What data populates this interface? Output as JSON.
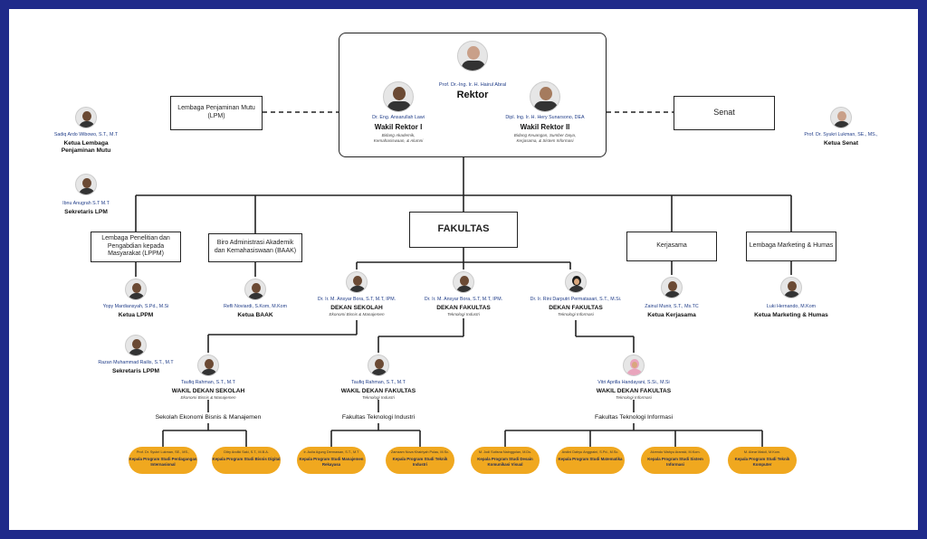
{
  "rector": {
    "name": "Prof. Dr.-Ing. Ir. H. Hairul Abral",
    "title": "Rektor"
  },
  "wr1": {
    "name": "Dr. Eng. Ansarullah Lawi",
    "title": "Wakil Rektor I",
    "sub1": "Bidang Akademik,",
    "sub2": "Kemahasiswaan, & Alumni"
  },
  "wr2": {
    "name": "Dipl. Ing. Ir. H. Hery Sunarsono, DEA",
    "title": "Wakil Rektor II",
    "sub1": "Bidang Keuangan, Sumber Daya,",
    "sub2": "Kerjasama, & Sistem Informasi"
  },
  "lpm": {
    "box": "Lembaga Penjaminan Mutu (LPM)",
    "head_name": "Sadiq Ardo Wibowo, S.T., M.T",
    "head_title1": "Ketua Lembaga",
    "head_title2": "Penjaminan Mutu",
    "sec_name": "Ibnu Anugrah S.T M.T",
    "sec_title": "Sekretaris LPM"
  },
  "senat": {
    "box": "Senat",
    "name": "Prof. Dr. Syukri Lukman, SE., MS.,",
    "title": "Ketua Senat"
  },
  "fakultas": {
    "box": "FAKULTAS"
  },
  "lppm": {
    "box": "Lembaga Penelitian dan Pengabdian kepada Masyarakat (LPPM)",
    "head_name": "Yopy Mardiansyah, S.Pd., M.Si",
    "head_title": "Ketua LPPM",
    "sec_name": "Razan Muhammad Railis, S.T., M.T",
    "sec_title": "Sekretaris LPPM"
  },
  "baak": {
    "box": "Biro Administrasi Akademik dan Kemahasiswaan (BAAK)",
    "name": "Refli Noviardi, S.Kom, M.Kom",
    "title": "Ketua BAAK"
  },
  "kerjasama": {
    "box": "Kerjasama",
    "name": "Zainul Munir, S.T., Ms.TC",
    "title": "Ketua Kerjasama"
  },
  "marketing": {
    "box": "Lembaga Marketing & Humas",
    "name": "Luki Hernando, M.Kom",
    "title": "Ketua Marketing & Humas"
  },
  "dekan1": {
    "name": "Dr. Ir. M. Ansyar Bora, S.T, M.T, IPM.",
    "title": "DEKAN SEKOLAH",
    "sub": "Ekonomi Bisnis & Manajemen"
  },
  "dekan2": {
    "name": "Dr. Ir. M. Ansyar Bora, S.T, M.T, IPM.",
    "title": "DEKAN FAKULTAS",
    "sub": "Teknologi Industri"
  },
  "dekan3": {
    "name": "Dr. Ir. Rini Darputri Permatasari, S.T., M.Si.",
    "title": "DEKAN FAKULTAS",
    "sub": "Teknologi Informasi"
  },
  "wd1": {
    "name": "Taufiq Rahman, S.T., M.T",
    "title": "WAKIL DEKAN SEKOLAH",
    "sub": "Ekonomi Bisnis & Manajemen",
    "school": "Sekolah Ekonomi Bisnis & Manajemen"
  },
  "wd2": {
    "name": "Taufiq Rahman, S.T., M.T",
    "title": "WAKIL DEKAN FAKULTAS",
    "sub": "Teknologi Industri",
    "school": "Fakultas Teknologi Industri"
  },
  "wd3": {
    "name": "Vitri Aprilla Handayani, S.Si., M.Si",
    "title": "WAKIL DEKAN FAKULTAS",
    "sub": "Teknologi Informasi",
    "school": "Fakultas Teknologi Informasi"
  },
  "prodi": [
    {
      "name": "Prof. Dr. Syukri Lukman, SE., MS.,",
      "title": "Kepala Program Studi Perdagangan Internasional"
    },
    {
      "name": "Ditry Andiki Saki, S.T., M.B.A.",
      "title": "Kepala Program Studi Bisnis Digital"
    },
    {
      "name": "Ir. Aulia Agung Dermawan, S.T., M.T",
      "title": "Kepala Program Studi Manajemen Rekayasa"
    },
    {
      "name": "Zamzam Nova Khairiyah Pulau, M.Sc.",
      "title": "Kepala Program Studi Teknik Industri"
    },
    {
      "name": "M. Jodi Sutisna Nainggolan, M.Ds.",
      "title": "Kepala Program Studi Desain Komunikasi Visual"
    },
    {
      "name": "Andini Dahyu Anggraini, S.Pd., M.Sc.",
      "title": "Kepala Program Studi Matematika"
    },
    {
      "name": "Alvendo Wahyu Aranski, M.Kom.",
      "title": "Kepala Program Studi Sistem Informasi"
    },
    {
      "name": "M. Abrar Malcil, M.Kom.",
      "title": "Kepala Program Studi Teknik Komputer"
    }
  ]
}
